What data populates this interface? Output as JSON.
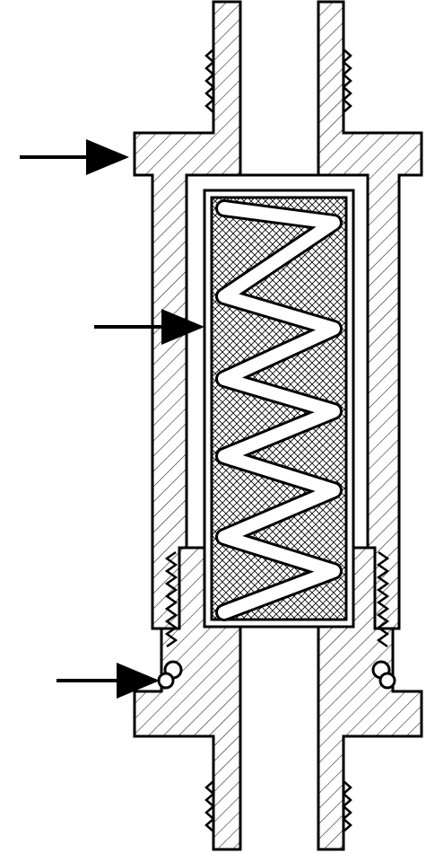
{
  "diagram": {
    "type": "cross-section",
    "parts": [
      {
        "name": "upper-body-housing",
        "hatch": "diagonal"
      },
      {
        "name": "filter-element",
        "hatch": "crosshatch"
      },
      {
        "name": "compression-spring"
      },
      {
        "name": "lower-end-fitting",
        "hatch": "diagonal"
      },
      {
        "name": "o-ring-seal"
      }
    ],
    "callout_arrows": [
      {
        "name": "arrow-housing",
        "points_to": "upper-body-housing"
      },
      {
        "name": "arrow-filter-element",
        "points_to": "filter-element"
      },
      {
        "name": "arrow-o-ring",
        "points_to": "o-ring-seal"
      }
    ],
    "colors": {
      "line": "#000000",
      "background": "#ffffff"
    }
  }
}
